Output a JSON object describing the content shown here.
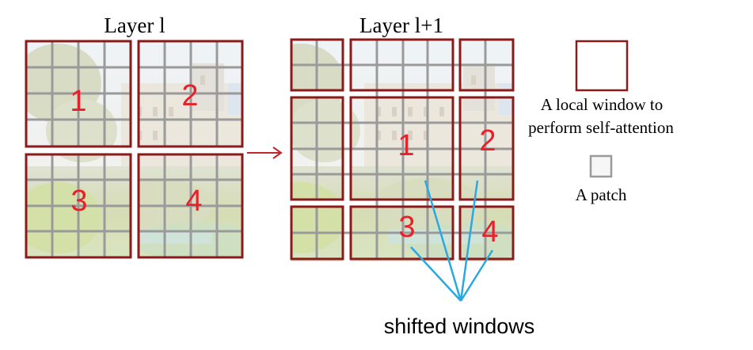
{
  "left_panel": {
    "title": "Layer l",
    "window_numbers": [
      "1",
      "2",
      "3",
      "4"
    ]
  },
  "right_panel": {
    "title": "Layer l+1",
    "window_numbers": [
      "1",
      "2",
      "3",
      "4"
    ]
  },
  "legend": {
    "window_label_line1": "A local window to",
    "window_label_line2": "perform self-attention",
    "patch_label": "A patch"
  },
  "caption": "shifted windows",
  "colors": {
    "window_border": "#8b1a1a",
    "patch_grid": "#9a9a9a",
    "arrow": "#c0262a",
    "pointer_lines": "#2aa8e0",
    "numbers": "#e8202a"
  }
}
